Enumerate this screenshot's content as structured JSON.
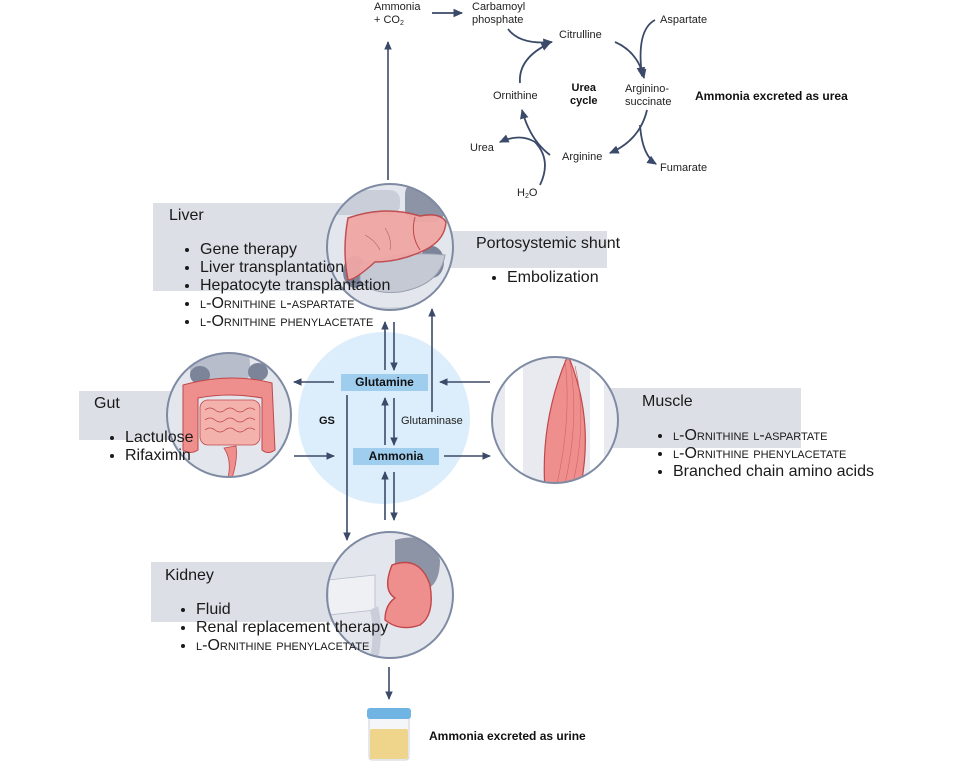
{
  "urea_cycle": {
    "input_label": "Ammonia",
    "input_label_2": "+ CO",
    "input_sub": "2",
    "carbamoyl_1": "Carbamoyl",
    "carbamoyl_2": "phosphate",
    "citrulline": "Citrulline",
    "aspartate": "Aspartate",
    "argininosuccinate_1": "Arginino-",
    "argininosuccinate_2": "succinate",
    "fumarate": "Fumarate",
    "arginine": "Arginine",
    "urea": "Urea",
    "water": "H",
    "water_sub": "2",
    "water_o": "O",
    "ornithine": "Ornithine",
    "center_1": "Urea",
    "center_2": "cycle",
    "outcome": "Ammonia excreted as urea"
  },
  "central": {
    "glutamine": "Glutamine",
    "ammonia": "Ammonia",
    "gs": "GS",
    "glutaminase": "Glutaminase"
  },
  "panels": {
    "liver": {
      "title": "Liver",
      "items": [
        "Gene therapy",
        "Liver transplantation",
        "Hepatocyte transplantation",
        "l-Ornithine l-aspartate",
        "l-Ornithine phenylacetate"
      ]
    },
    "shunt": {
      "title": "Portosystemic shunt",
      "items": [
        "Embolization"
      ]
    },
    "gut": {
      "title": "Gut",
      "items": [
        "Lactulose",
        "Rifaximin"
      ]
    },
    "muscle": {
      "title": "Muscle",
      "items": [
        "l-Ornithine l-aspartate",
        "l-Ornithine phenylacetate",
        "Branched chain amino acids"
      ]
    },
    "kidney": {
      "title": "Kidney",
      "items": [
        "Fluid",
        "Renal replacement therapy",
        "l-Ornithine phenylacetate"
      ]
    }
  },
  "urine": {
    "outcome": "Ammonia excreted as urine"
  },
  "colors": {
    "arrow": "#3b4a68",
    "panel": "#dcdfe6",
    "central_circle": "#dceefb",
    "label_box": "#9fcdee",
    "organ_red": "#e98a8a",
    "organ_outline": "#c0474a",
    "urine_lid": "#6fb4e3",
    "urine_fluid": "#efd58c"
  }
}
